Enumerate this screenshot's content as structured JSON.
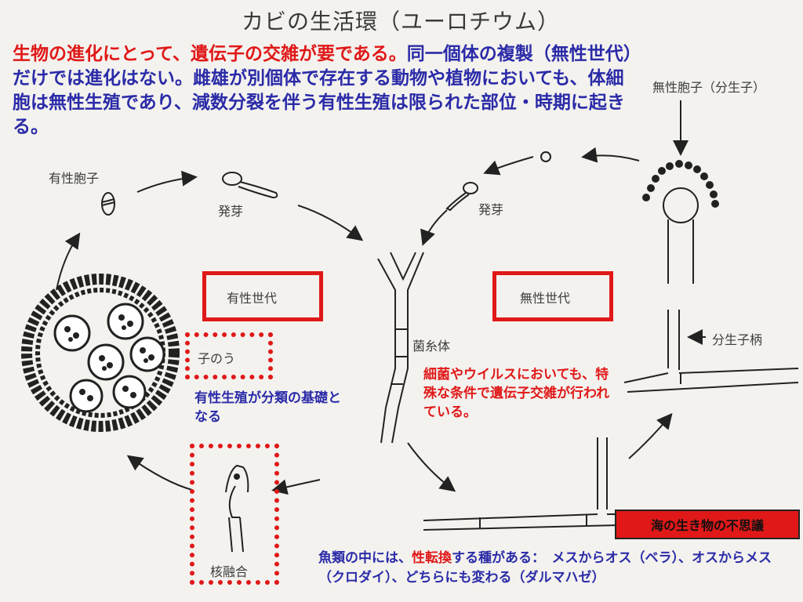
{
  "title": "カビの生活環（ユーロチウム）",
  "intro": {
    "lead_red": "生物の進化にとって、遺伝子の交雑が要である。",
    "rest_blue": "同一個体の複製（無性世代）だけでは進化はない。雌雄が別個体で存在する動物や植物においても、体細胞は無性生殖であり、減数分裂を伴う有性生殖は限られた部位・時期に起きる。"
  },
  "diagram": {
    "sexual_spore": "有性胞子",
    "germination_left": "発芽",
    "germination_right": "発芽",
    "asexual_spore": "無性胞子（分生子）",
    "sexual_generation": "有性世代",
    "asexual_generation": "無性世代",
    "ascus": "子のう",
    "hypha": "菌糸体",
    "conidiophore": "分生子柄",
    "karyogamy": "核融合"
  },
  "notes": {
    "classification": "有性生殖が分類の基礎となる",
    "bacteria": "細菌やウイルスにおいても、特殊な条件で遺伝子交雑が行われている。"
  },
  "badge": "海の生き物の不思議",
  "bottom": {
    "part1": "魚類の中には、",
    "part2_red": "性転換",
    "part3": "する種がある：　メスからオス（ベラ）、オスからメス（クロダイ）、どちらにも変わる（ダルマハゼ）"
  },
  "colors": {
    "accent_red": "#e01818",
    "text_blue": "#2b2ba8",
    "background": "#f3f2ee"
  }
}
